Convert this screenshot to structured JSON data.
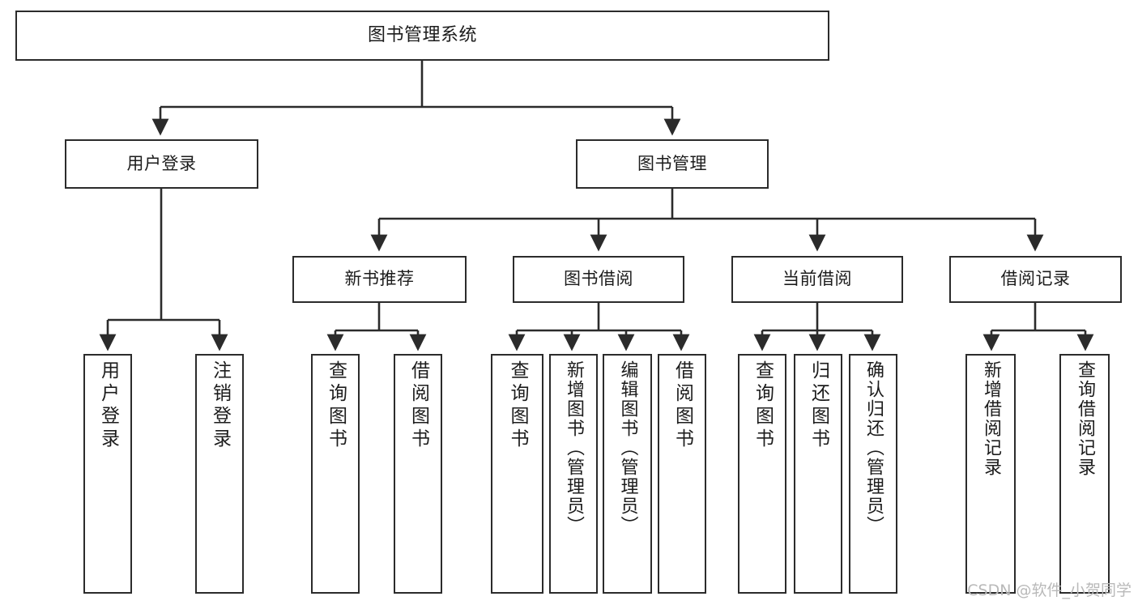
{
  "diagram": {
    "title": "图书管理系统",
    "type": "tree",
    "colors": {
      "border": "#2b2b2b",
      "text": "#1c1c1c",
      "background": "#ffffff",
      "edge": "#2b2b2b",
      "watermark": "#b9b9b9"
    },
    "watermark": "CSDN @软件_小贺同学",
    "levels": {
      "root": {
        "label": "图书管理系统"
      },
      "level2": [
        {
          "label": "用户登录"
        },
        {
          "label": "图书管理"
        }
      ],
      "level3": [
        {
          "label": "新书推荐"
        },
        {
          "label": "图书借阅"
        },
        {
          "label": "当前借阅"
        },
        {
          "label": "借阅记录"
        }
      ],
      "leaves": {
        "user_login": [
          {
            "label": "用户登录"
          },
          {
            "label": "注销登录"
          }
        ],
        "new_book_recommend": [
          {
            "label": "查询图书"
          },
          {
            "label": "借阅图书"
          }
        ],
        "book_borrow": [
          {
            "label": "查询图书"
          },
          {
            "label": "新增图书（管理员）"
          },
          {
            "label": "编辑图书（管理员）"
          },
          {
            "label": "借阅图书"
          }
        ],
        "current_borrow": [
          {
            "label": "查询图书"
          },
          {
            "label": "归还图书"
          },
          {
            "label": "确认归还（管理员）"
          }
        ],
        "borrow_record": [
          {
            "label": "新增借阅记录"
          },
          {
            "label": "查询借阅记录"
          }
        ]
      }
    }
  }
}
